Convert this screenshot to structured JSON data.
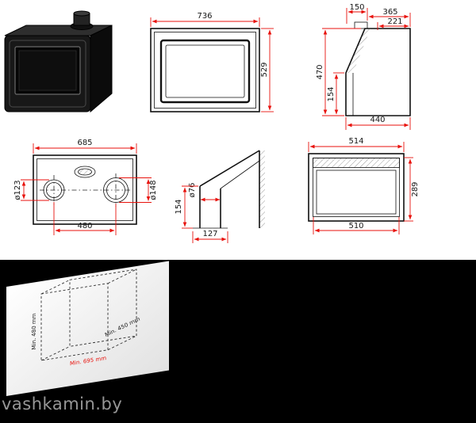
{
  "watermark": "vashkamin.by",
  "colors": {
    "dimension": "#e8120c",
    "outline": "#111111",
    "panel": "#000000"
  },
  "views": {
    "front": {
      "label_width": "736",
      "label_height": "529"
    },
    "side": {
      "label_flue_offset": "150",
      "label_top_depth": "365",
      "label_hood_depth": "221",
      "label_height": "470",
      "label_front_height": "154",
      "label_depth": "440"
    },
    "top": {
      "label_width": "685",
      "label_left_outlet": "ø123",
      "label_right_outlet": "ø148",
      "label_outlet_spacing": "480"
    },
    "flue": {
      "label_diameter": "ø76",
      "label_height": "154",
      "label_offset": "127"
    },
    "rear": {
      "label_width": "514",
      "label_height": "289",
      "label_inner_width": "510"
    },
    "installation": {
      "label_min_height": "Min. 480 mm",
      "label_min_depth": "Min. 450 mm",
      "label_min_width": "Min. 695 mm"
    }
  }
}
